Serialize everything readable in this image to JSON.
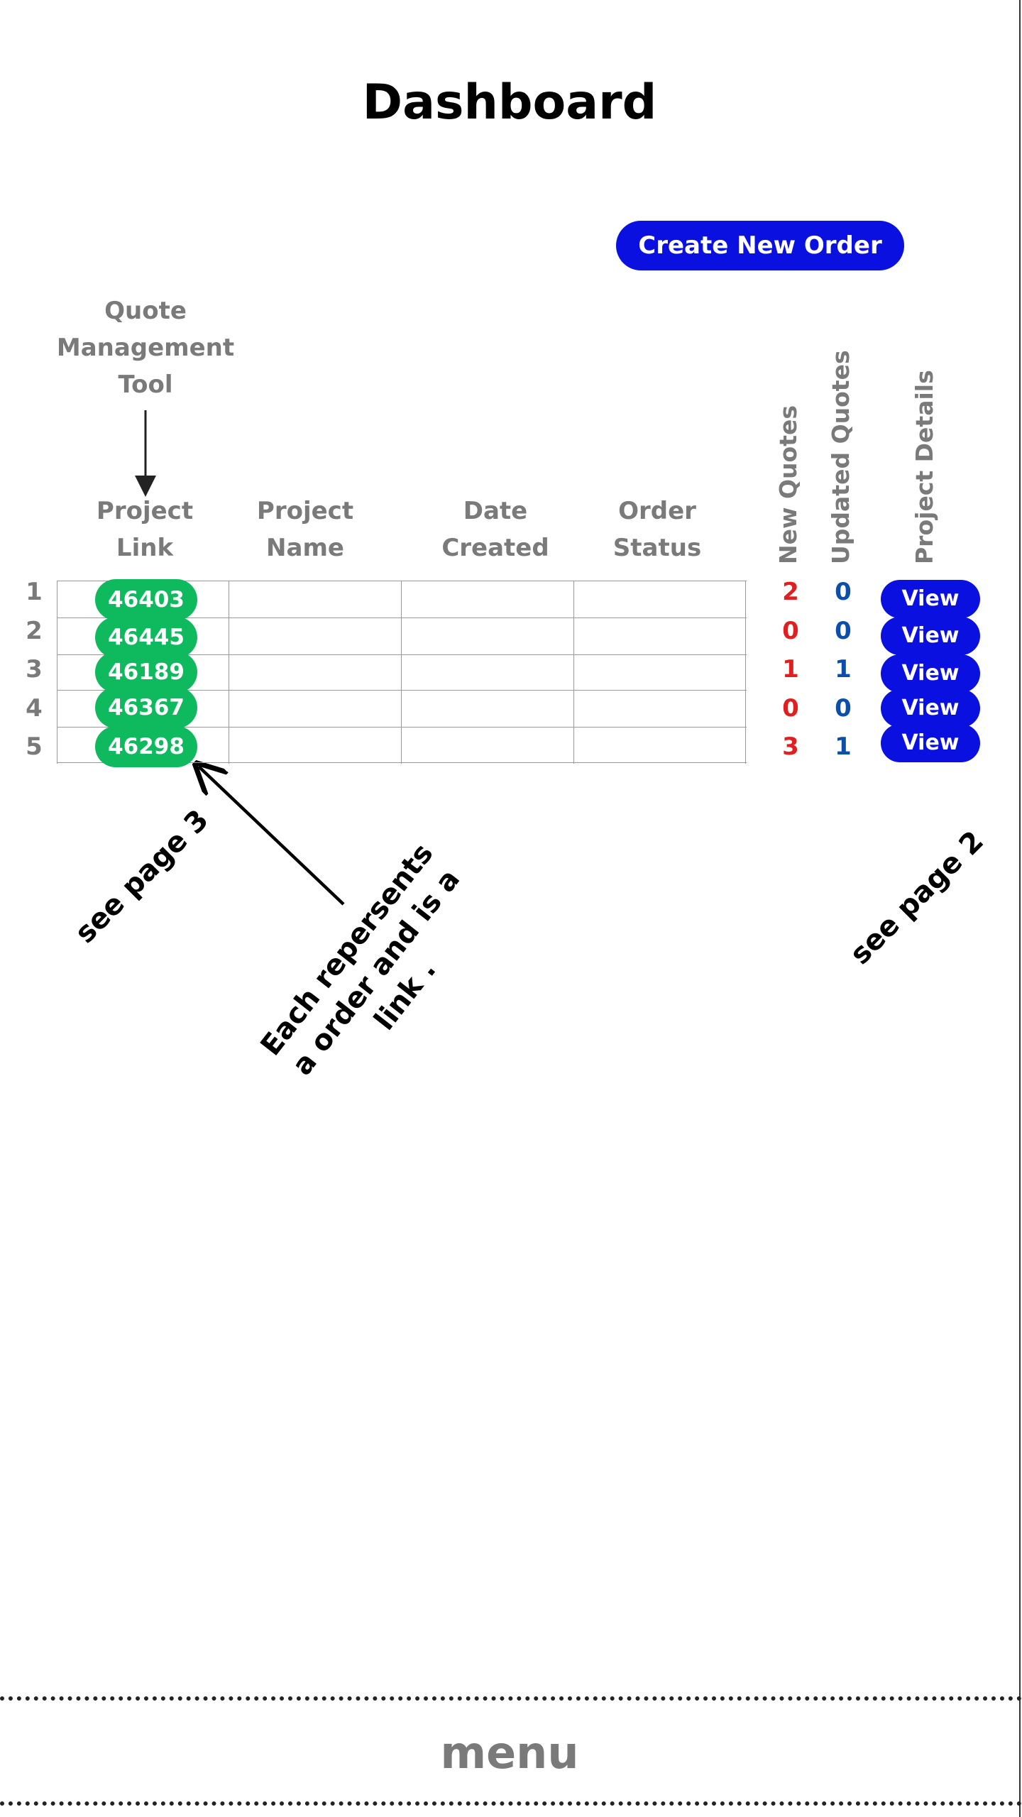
{
  "page": {
    "title": "Dashboard"
  },
  "actions": {
    "create_order_label": "Create New Order"
  },
  "annotations": {
    "tool_label": [
      "Quote",
      "Management",
      "Tool"
    ],
    "each_note": [
      "Each repersents",
      "a order and is a",
      "link ."
    ],
    "see_page_3": "see page 3",
    "see_page_2": "see page 2"
  },
  "table": {
    "headers": {
      "project_link": [
        "Project",
        "Link"
      ],
      "project_name": [
        "Project",
        "Name"
      ],
      "date_created": [
        "Date",
        "Created"
      ],
      "order_status": [
        "Order",
        "Status"
      ],
      "new_quotes": "New Quotes",
      "updated_quotes": "Updated Quotes",
      "project_details": "Project Details"
    },
    "rows": [
      {
        "num": "1",
        "project_link": "46403",
        "project_name": "",
        "date_created": "",
        "order_status": "",
        "new_quotes": "2",
        "updated_quotes": "0",
        "details_label": "View"
      },
      {
        "num": "2",
        "project_link": "46445",
        "project_name": "",
        "date_created": "",
        "order_status": "",
        "new_quotes": "0",
        "updated_quotes": "0",
        "details_label": "View"
      },
      {
        "num": "3",
        "project_link": "46189",
        "project_name": "",
        "date_created": "",
        "order_status": "",
        "new_quotes": "1",
        "updated_quotes": "1",
        "details_label": "View"
      },
      {
        "num": "4",
        "project_link": "46367",
        "project_name": "",
        "date_created": "",
        "order_status": "",
        "new_quotes": "0",
        "updated_quotes": "0",
        "details_label": "View"
      },
      {
        "num": "5",
        "project_link": "46298",
        "project_name": "",
        "date_created": "",
        "order_status": "",
        "new_quotes": "3",
        "updated_quotes": "1",
        "details_label": "View"
      }
    ]
  },
  "footer": {
    "menu_label": "menu"
  },
  "colors": {
    "primary_button": "#0a10e0",
    "link_pill": "#0fba5e",
    "new_quotes": "#e02020",
    "updated_quotes": "#0b4fa8",
    "header_text": "#7a7a7a"
  }
}
